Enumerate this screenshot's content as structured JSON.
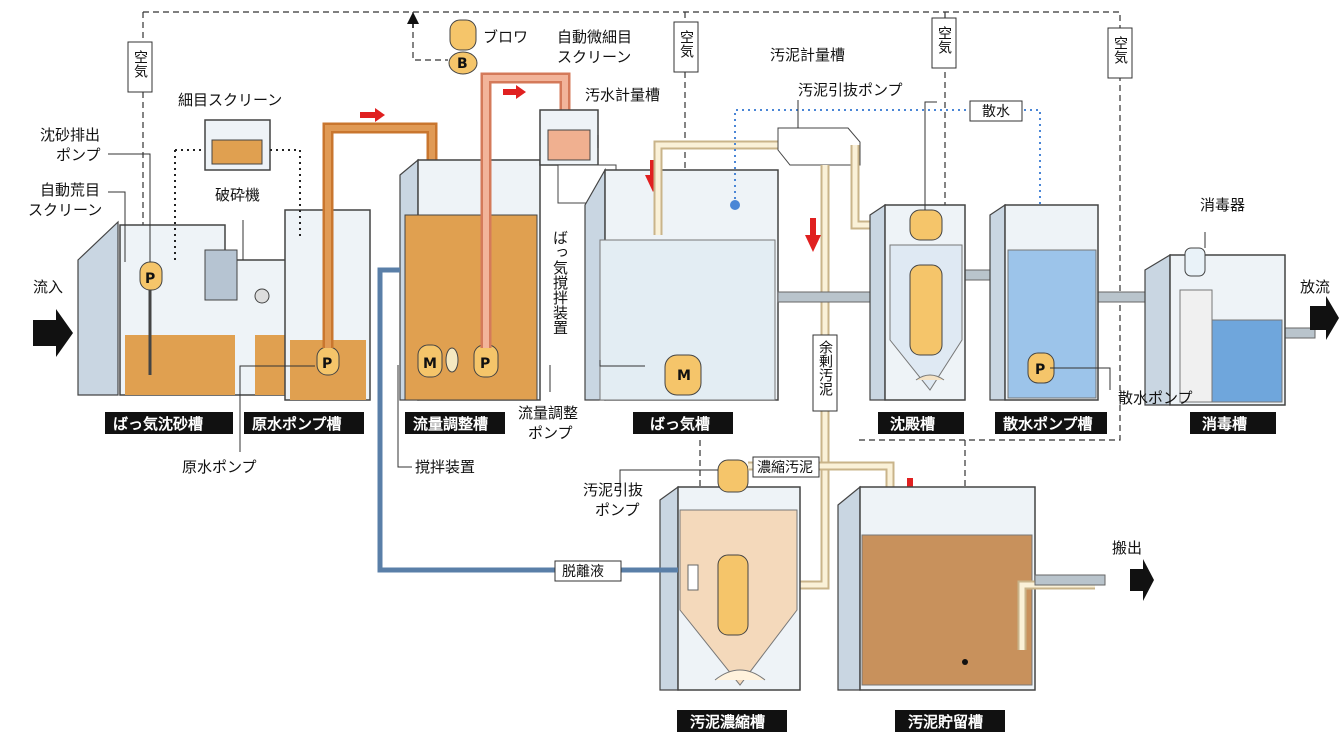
{
  "labels": {
    "inflow": "流入",
    "discharge": "放流",
    "carry_out": "搬出",
    "air": "空気",
    "blower": "ブロワ",
    "blower_letter": "B",
    "fine_screen": "細目スクリーン",
    "auto_fine_screen_1": "自動微細目",
    "auto_fine_screen_2": "スクリーン",
    "sewage_meter": "汚水計量槽",
    "sludge_meter": "汚泥計量槽",
    "sludge_pump_top": "汚泥引抜ポンプ",
    "water_spray": "散水",
    "grit_pump_1": "沈砂排出",
    "grit_pump_2": "ポンプ",
    "auto_coarse_1": "自動荒目",
    "auto_coarse_2": "スクリーン",
    "crusher": "破砕機",
    "aeration_device_v": "ばっ気撹拌装置",
    "disinfector": "消毒器",
    "excess_sludge_v": "余剰汚泥",
    "raw_pump": "原水ポンプ",
    "flow_pump_1": "流量調整",
    "flow_pump_2": "ポンプ",
    "mixer": "撹拌装置",
    "spray_pump": "散水ポンプ",
    "thickened_sludge": "濃縮汚泥",
    "sludge_pump_2_1": "汚泥引抜",
    "sludge_pump_2_2": "ポンプ",
    "filtrate": "脱離液",
    "pump_letter": "P",
    "motor_letter": "M"
  },
  "tanks": {
    "grit": "ばっ気沈砂槽",
    "raw_pump": "原水ポンプ槽",
    "flow_adjust": "流量調整槽",
    "aeration": "ばっ気槽",
    "settling": "沈殿槽",
    "spray_pump": "散水ポンプ槽",
    "disinfection": "消毒槽",
    "thickener": "汚泥濃縮槽",
    "storage": "汚泥貯留槽"
  },
  "colors": {
    "raw_water": "#e0a050",
    "return_pipe": "#f0b090",
    "aeration_water": "#e3edf3",
    "treated_water": "#9cc4ea",
    "sludge": "#c8915c",
    "thick_sludge": "#f4d9bb",
    "pump": "#f5c56a",
    "tank_label_bg": "#111111",
    "flow_arrow": "#e02020",
    "air_line": "#333333",
    "spray_line": "#4a86d6"
  }
}
